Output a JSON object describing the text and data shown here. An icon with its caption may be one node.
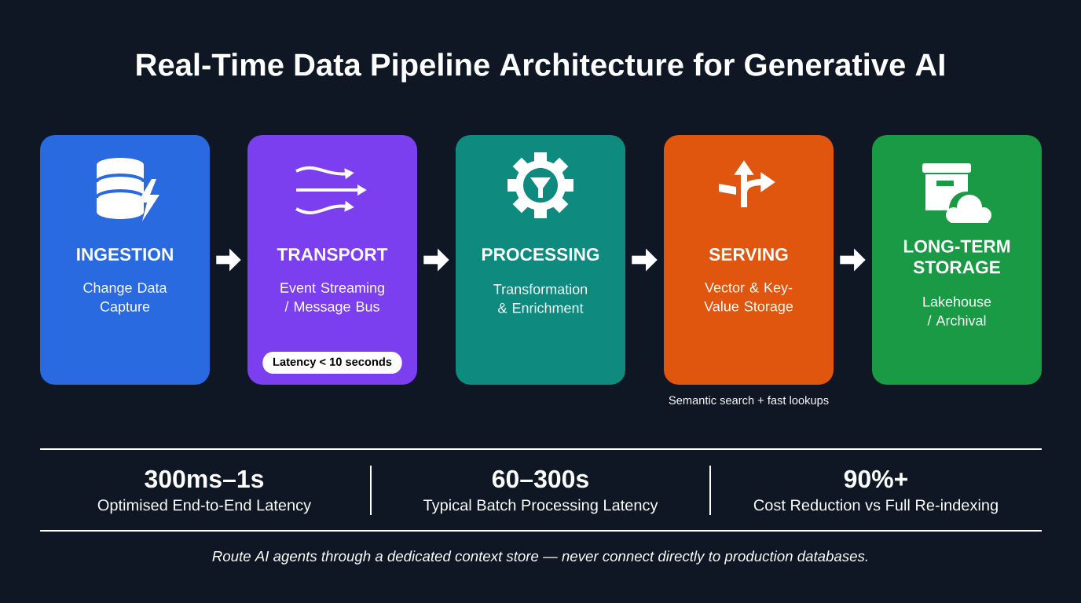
{
  "diagram": {
    "title": "Real-Time Data Pipeline Architecture for Generative AI",
    "nodes": [
      {
        "text": [
          "INGESTION",
          "Change Data Capture"
        ]
      },
      {
        "text": [
          "TRANSPORT",
          "Event Streaming / Message Bus"
        ]
      },
      {
        "text": [
          "Latency < 10 seconds"
        ],
        "in": 1
      },
      {
        "text": [
          "PROCESSING",
          "Transformation & Enrichment"
        ]
      },
      {
        "text": [
          "SERVING",
          "Vector & Key-Value Storage"
        ],
        "beside": [
          "Semantic search + fast lookups"
        ]
      },
      {
        "text": [
          "LONG-TERM STORAGE",
          "Lakehouse / Archival"
        ]
      }
    ],
    "edges": [
      {
        "from": 0,
        "to": 1,
        "arrow": "to"
      },
      {
        "from": 1,
        "to": 3,
        "arrow": "to"
      },
      {
        "from": 3,
        "to": 4,
        "arrow": "to"
      },
      {
        "from": 4,
        "to": 5,
        "arrow": "to"
      }
    ],
    "labels": [
      "300ms–1s",
      "Optimised End-to-End Latency",
      "60–300s",
      "Typical Batch Processing Latency",
      "90%+",
      "Cost Reduction vs Full Re-indexing",
      "Route AI agents through a dedicated context store — never connect directly to production databases."
    ]
  }
}
